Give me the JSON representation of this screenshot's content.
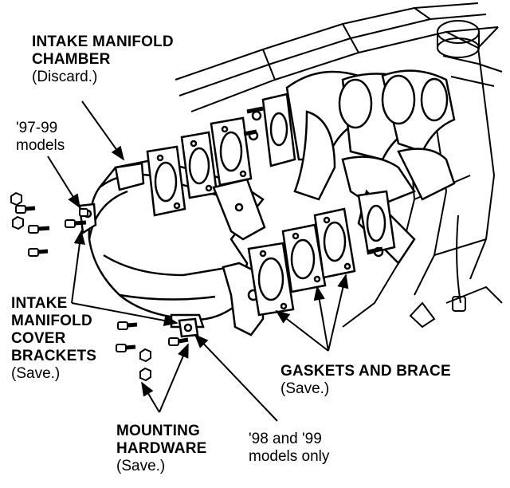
{
  "labels": {
    "chamber": {
      "line1": "INTAKE MANIFOLD",
      "line2": "CHAMBER",
      "note": "(Discard.)"
    },
    "models_97": {
      "line1": "'97-99",
      "line2": "models"
    },
    "cover_brackets": {
      "line1": "INTAKE",
      "line2": "MANIFOLD",
      "line3": "COVER",
      "line4": "BRACKETS",
      "note": "(Save.)"
    },
    "gaskets": {
      "line1": "GASKETS AND BRACE",
      "note": "(Save.)"
    },
    "hardware": {
      "line1": "MOUNTING",
      "line2": "HARDWARE",
      "note": "(Save.)"
    },
    "models_98": {
      "line1": "'98 and '99",
      "line2": "models only"
    }
  },
  "colors": {
    "ink": "#000000",
    "paper": "#ffffff"
  }
}
